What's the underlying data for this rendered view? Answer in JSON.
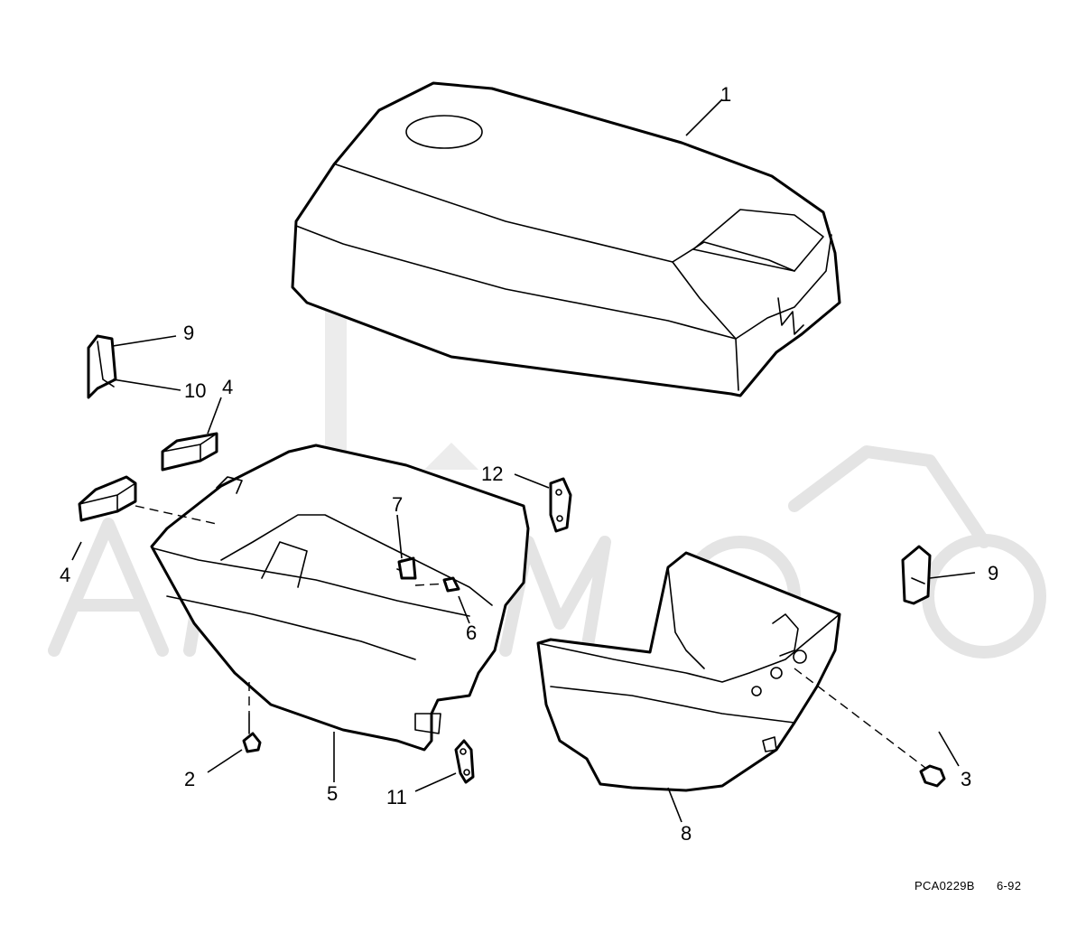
{
  "diagram": {
    "callouts": [
      "1",
      "2",
      "3",
      "4",
      "4",
      "5",
      "6",
      "7",
      "8",
      "9",
      "9",
      "10",
      "11",
      "12"
    ]
  },
  "footer": {
    "drawing_code": "PCA0229B",
    "date": "6-92"
  },
  "colors": {
    "line": "#000000",
    "background": "#ffffff",
    "watermark": "#e4e4e4"
  }
}
